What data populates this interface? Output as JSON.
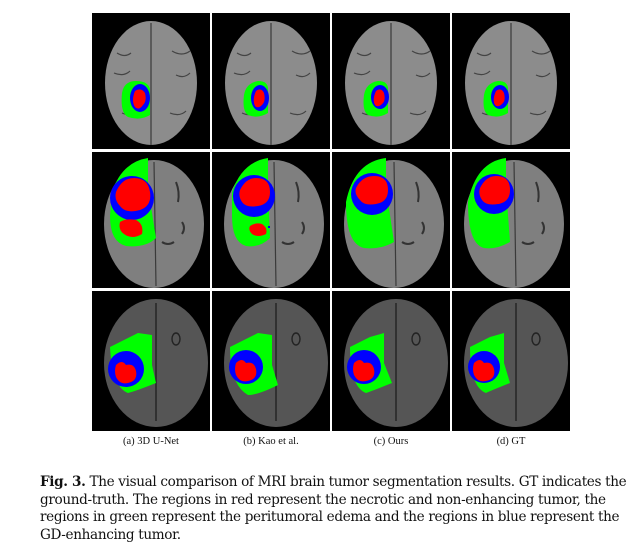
{
  "figure": {
    "number_label": "Fig. 3.",
    "caption": " The visual comparison of MRI brain tumor segmentation results. GT indicates the ground-truth. The regions in red represent the necrotic and non-enhancing tumor, the regions in green represent the peritumoral edema and the regions in blue represent the GD-enhancing tumor.",
    "columns": [
      {
        "label": "(a) 3D U-Net"
      },
      {
        "label": "(b) Kao et al."
      },
      {
        "label": "(c) Ours"
      },
      {
        "label": "(d) GT"
      }
    ],
    "rows": 3,
    "legend_colors": {
      "necrotic_non_enhancing": "#ff0000",
      "peritumoral_edema": "#00ff00",
      "gd_enhancing": "#0000ff"
    }
  }
}
